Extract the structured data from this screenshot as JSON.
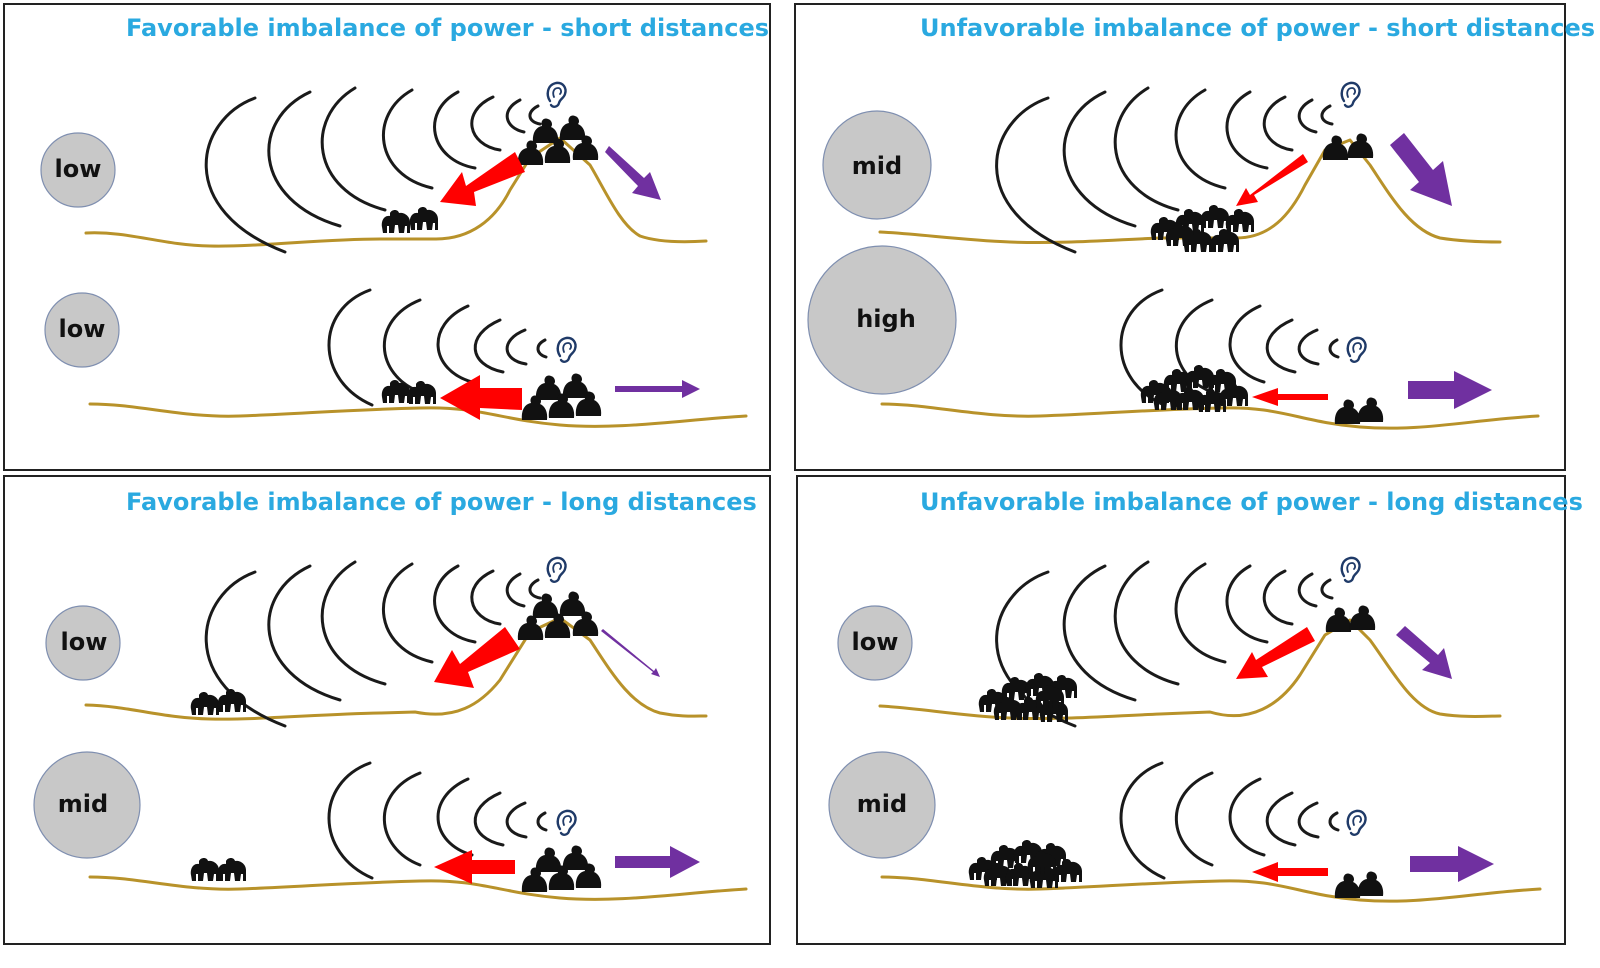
{
  "colors": {
    "title": "#2aa9e0",
    "terrain": "#b8922a",
    "red_arrow": "#ff0000",
    "purple_arrow": "#7030a0",
    "circle_fill": "#c8c8c8",
    "circle_stroke": "#7f8fb0",
    "arc": "#1a1a1a",
    "gorilla": "#111111",
    "ear": "#1f3a68"
  },
  "icons": {
    "ear": "ear-icon",
    "gorilla": "gorilla-silhouette",
    "sound": "sound-wave-arcs"
  },
  "panels": [
    {
      "title": "Favorable imbalance of power - short distances",
      "rows": [
        {
          "level": "low",
          "terrain": "hill",
          "arcs": 8,
          "intruders": 2,
          "residents": 5,
          "red": "large",
          "purple": "medium"
        },
        {
          "level": "low",
          "terrain": "flat",
          "arcs": 6,
          "intruders": 2,
          "residents": 5,
          "red": "large",
          "purple": "medium"
        }
      ]
    },
    {
      "title": "Unfavorable imbalance of power - short distances",
      "rows": [
        {
          "level": "mid",
          "terrain": "hill",
          "arcs": 8,
          "intruders": 7,
          "residents": 2,
          "red": "small",
          "purple": "large"
        },
        {
          "level": "high",
          "terrain": "flat",
          "arcs": 6,
          "intruders": 8,
          "residents": 2,
          "red": "small",
          "purple": "large"
        }
      ]
    },
    {
      "title": "Favorable imbalance of power - long distances",
      "rows": [
        {
          "level": "low",
          "terrain": "hill",
          "arcs": 8,
          "intruders": 2,
          "residents": 5,
          "red": "large",
          "purple": "thin"
        },
        {
          "level": "mid",
          "terrain": "flat",
          "arcs": 6,
          "intruders": 2,
          "residents": 5,
          "red": "medium",
          "purple": "large"
        }
      ]
    },
    {
      "title": "Unfavorable imbalance of power - long distances",
      "rows": [
        {
          "level": "low",
          "terrain": "hill",
          "arcs": 8,
          "intruders": 8,
          "residents": 2,
          "red": "medium",
          "purple": "medium"
        },
        {
          "level": "mid",
          "terrain": "flat",
          "arcs": 6,
          "intruders": 9,
          "residents": 2,
          "red": "small",
          "purple": "large"
        }
      ]
    }
  ]
}
